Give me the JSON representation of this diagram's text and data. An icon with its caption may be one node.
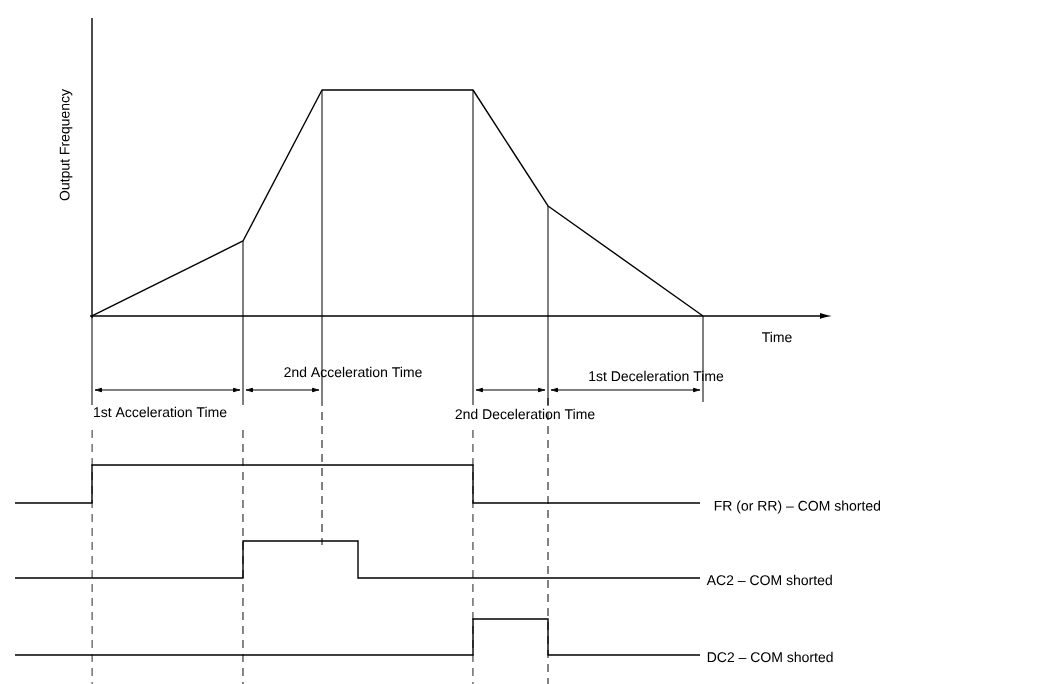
{
  "diagram": {
    "labels": [
      "Output Frequency",
      "Time",
      "2nd Acceleration Time",
      "1st Deceleration Time",
      "1st Acceleration Time",
      "2nd Deceleration Time",
      "FR (or RR) – COM shorted",
      "AC2 – COM shorted",
      "DC2 – COM shorted"
    ]
  }
}
